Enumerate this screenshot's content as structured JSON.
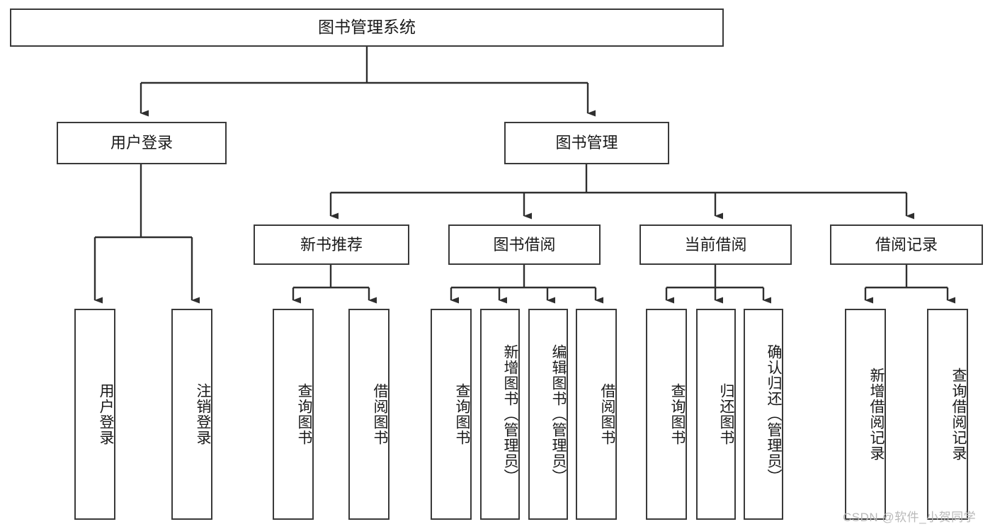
{
  "diagram": {
    "title": "图书管理系统",
    "type": "hierarchy-tree",
    "colors": {
      "border": "#3a3a3a",
      "background": "#ffffff",
      "text": "#1a1a1a",
      "edge": "#2f2f2f",
      "watermark": "#b9b9b9"
    },
    "root": {
      "label": "图书管理系统"
    },
    "level2": [
      {
        "label": "用户登录"
      },
      {
        "label": "图书管理"
      }
    ],
    "level3": [
      {
        "label": "新书推荐"
      },
      {
        "label": "图书借阅"
      },
      {
        "label": "当前借阅"
      },
      {
        "label": "借阅记录"
      }
    ],
    "leaves": {
      "user_login": [
        {
          "label": "用户登录"
        },
        {
          "label": "注销登录"
        }
      ],
      "new_book_recommend": [
        {
          "label": "查询图书"
        },
        {
          "label": "借阅图书"
        }
      ],
      "book_borrow": [
        {
          "label": "查询图书"
        },
        {
          "label": "新增图书（管理员）"
        },
        {
          "label": "编辑图书（管理员）"
        },
        {
          "label": "借阅图书"
        }
      ],
      "current_borrow": [
        {
          "label": "查询图书"
        },
        {
          "label": "归还图书"
        },
        {
          "label": "确认归还（管理员）"
        }
      ],
      "borrow_record": [
        {
          "label": "新增借阅记录"
        },
        {
          "label": "查询借阅记录"
        }
      ]
    },
    "watermark": "CSDN @软件_小贺同学"
  }
}
